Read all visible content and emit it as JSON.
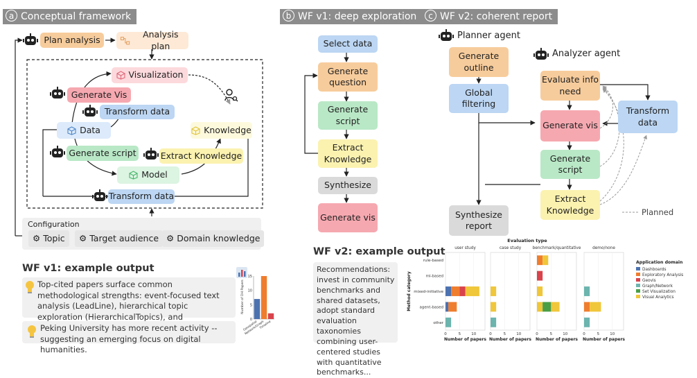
{
  "section_a": {
    "letter": "a",
    "title": "Conceptual framework",
    "plan_analysis": "Plan analysis",
    "analysis_plan": "Analysis plan",
    "visualization": "Visualization",
    "generate_vis": "Generate Vis",
    "transform_data_top": "Transform data",
    "data": "Data",
    "knowledge": "Knowledge",
    "generate_script": "Generate script",
    "extract_knowledge": "Extract Knowledge",
    "model": "Model",
    "transform_data_bottom": "Transform data",
    "configuration": "Configuration",
    "config_items": [
      "Topic",
      "Target audience",
      "Domain knowledge"
    ]
  },
  "section_b": {
    "letter": "b",
    "title": "WF v1: deep exploration",
    "steps": [
      "Select data",
      "Generate question",
      "Generate script",
      "Extract Knowledge",
      "Synthesize",
      "Generate vis"
    ]
  },
  "section_c": {
    "letter": "c",
    "title": "WF v2: coherent report",
    "planner_agent": "Planner agent",
    "analyzer_agent": "Analyzer agent",
    "generate_outline": "Generate outline",
    "global_filtering": "Global filtering",
    "synthesize_report": "Synthesize report",
    "evaluate_info_need": "Evaluate info need",
    "generate_vis": "Generate vis",
    "generate_script": "Generate script",
    "extract_knowledge": "Extract Knowledge",
    "transform_data": "Transform data",
    "planned": "Planned"
  },
  "wf1_example": {
    "title": "WF v1: example output",
    "note1": "Top-cited papers surface common methodological strengths: event-focused text analysis (LeadLine), hierarchical topic exploration (HierarchicalTopics), and multifaceted corpora visualization (FacetAtlas).",
    "note2": "Peking University has more recent activity -- suggesting an emerging focus on digital humanities."
  },
  "wf2_example": {
    "title": "WF v2: example output",
    "recommendation": "Recommendations: invest in community benchmarks and shared datasets, adopt standard evaluation taxonomies combining user-centered studies with quantitative benchmarks..."
  },
  "colors": {
    "dashboards": "#4c72b0",
    "exploratory": "#ef7d2e",
    "geovis": "#d9434b",
    "graphnetwork": "#6cb4ae",
    "setvis": "#4a9e46",
    "visual_analytics": "#f0c63a"
  },
  "chart_data": [
    {
      "type": "bar",
      "categories": [
        "Geospatial",
        "Network/Graph",
        "Timeline"
      ],
      "values": [
        7,
        15,
        2
      ],
      "colors": [
        "#4c72b0",
        "#ef7d2e",
        "#d9434b"
      ],
      "ylabel": "Number of DH Papers",
      "ylim": [
        0,
        15
      ],
      "yticks": [
        0,
        5,
        10,
        15
      ]
    },
    {
      "type": "bar",
      "orientation": "horizontal-stacked-facets",
      "title": "Evaluation type",
      "ylabel": "Method category",
      "xlabel": "Number of papers",
      "categories": [
        "rule-based",
        "ml-based",
        "mixed-initiative",
        "agent-based",
        "other"
      ],
      "facets": [
        {
          "name": "user study",
          "xlim": [
            0,
            14
          ],
          "xticks": [
            0,
            5,
            10
          ],
          "rows": {
            "rule-based": [],
            "ml-based": [],
            "mixed-initiative": [
              [
                0,
                2
              ],
              [
                1,
                3
              ],
              [
                2,
                2
              ],
              [
                5,
                5
              ]
            ],
            "agent-based": [
              [
                0,
                1
              ],
              [
                1,
                3
              ]
            ],
            "other": [
              [
                3,
                2
              ]
            ]
          }
        },
        {
          "name": "case study",
          "xlim": [
            0,
            14
          ],
          "xticks": [
            0,
            5,
            10
          ],
          "rows": {
            "rule-based": [],
            "ml-based": [],
            "mixed-initiative": [
              [
                5,
                2
              ]
            ],
            "agent-based": [
              [
                5,
                2
              ]
            ],
            "other": [
              [
                3,
                2
              ]
            ]
          }
        },
        {
          "name": "benchmark/quantitative",
          "xlim": [
            0,
            14
          ],
          "xticks": [
            0,
            5,
            10
          ],
          "rows": {
            "rule-based": [
              [
                1,
                2
              ],
              [
                5,
                2
              ]
            ],
            "ml-based": [
              [
                2,
                2
              ]
            ],
            "mixed-initiative": [
              [
                5,
                2
              ]
            ],
            "agent-based": [
              [
                5,
                2
              ],
              [
                4,
                3
              ],
              [
                5,
                3
              ]
            ],
            "other": []
          }
        },
        {
          "name": "demo/none",
          "xlim": [
            0,
            14
          ],
          "xticks": [
            0,
            5,
            10
          ],
          "rows": {
            "rule-based": [],
            "ml-based": [],
            "mixed-initiative": [
              [
                3,
                2
              ]
            ],
            "agent-based": [
              [
                1,
                2
              ],
              [
                5,
                4
              ]
            ],
            "other": [
              [
                3,
                2
              ]
            ]
          }
        }
      ],
      "legend_title": "Application domain",
      "legend": [
        {
          "key": "0",
          "name": "Dashboards",
          "color": "#4c72b0"
        },
        {
          "key": "1",
          "name": "Exploratory Analysis",
          "color": "#ef7d2e"
        },
        {
          "key": "2",
          "name": "Geovis",
          "color": "#d9434b"
        },
        {
          "key": "3",
          "name": "Graph/Network",
          "color": "#6cb4ae"
        },
        {
          "key": "4",
          "name": "Set Visualization",
          "color": "#4a9e46"
        },
        {
          "key": "5",
          "name": "Visual Analytics",
          "color": "#f0c63a"
        }
      ],
      "legend_position": "right"
    }
  ]
}
